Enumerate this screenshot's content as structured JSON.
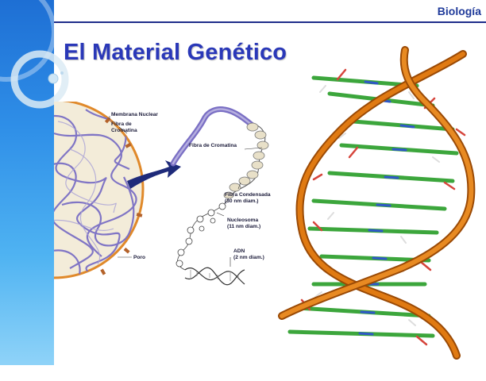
{
  "slide": {
    "subject": "Biología",
    "title": "El Material Genético"
  },
  "diagram": {
    "labels": {
      "membrane": "Membrana Nuclear",
      "fiber_top": "Fibra de\nCromatina",
      "fiber_mid": "Fibra de Cromatina",
      "condensed": "Fibra Condensada\n(30 nm diam.)",
      "nucleosome": "Nucleosoma\n(11 nm diam.)",
      "dna": "ADN\n(2 nm diam.)",
      "pore": "Poro"
    }
  },
  "colors": {
    "title": "#2a38b8",
    "subject": "#1f3a9a",
    "band_top": "#1e6fd4",
    "band_bottom": "#8fd3f8",
    "nucleus_border": "#e0892a",
    "chromatin": "#7a6fc4",
    "helix_backbone": "#e07a12",
    "helix_bases": "#3ca63c"
  }
}
